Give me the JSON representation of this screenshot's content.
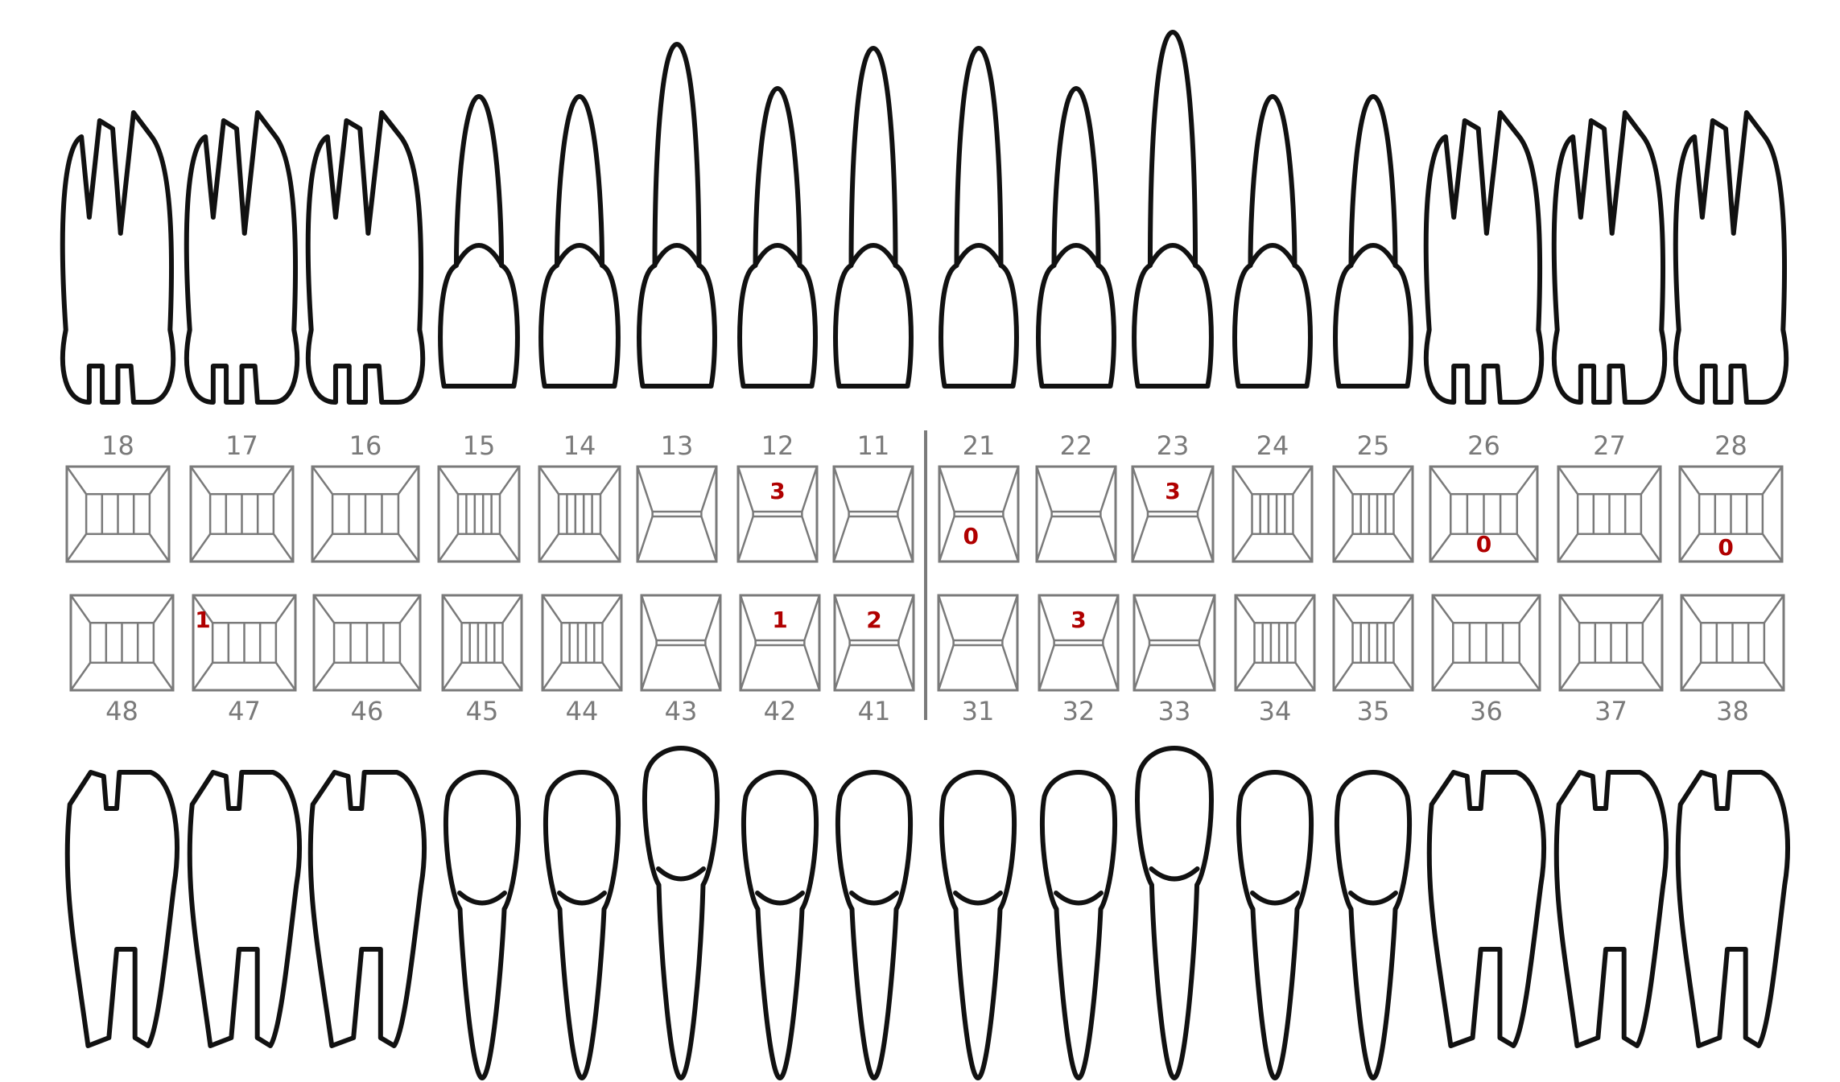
{
  "colors": {
    "score": "#b00000",
    "grid": "#7a7a7a",
    "outline": "#111111"
  },
  "upper": {
    "teeth": [
      {
        "number": "18",
        "type": "molar",
        "score": ""
      },
      {
        "number": "17",
        "type": "molar",
        "score": ""
      },
      {
        "number": "16",
        "type": "molar",
        "score": ""
      },
      {
        "number": "15",
        "type": "premolar",
        "score": ""
      },
      {
        "number": "14",
        "type": "premolar",
        "score": ""
      },
      {
        "number": "13",
        "type": "anterior",
        "score": ""
      },
      {
        "number": "12",
        "type": "anterior",
        "score": "3",
        "score_pos": "top"
      },
      {
        "number": "11",
        "type": "anterior",
        "score": ""
      },
      {
        "number": "21",
        "type": "anterior",
        "score": "0",
        "score_pos": "bottom-left"
      },
      {
        "number": "22",
        "type": "anterior",
        "score": ""
      },
      {
        "number": "23",
        "type": "anterior",
        "score": "3",
        "score_pos": "top"
      },
      {
        "number": "24",
        "type": "premolar",
        "score": ""
      },
      {
        "number": "25",
        "type": "premolar",
        "score": ""
      },
      {
        "number": "26",
        "type": "molar",
        "score": "0",
        "score_pos": "bottom"
      },
      {
        "number": "27",
        "type": "molar",
        "score": ""
      },
      {
        "number": "28",
        "type": "molar",
        "score": "0",
        "score_pos": "bottom-right"
      }
    ]
  },
  "lower": {
    "teeth": [
      {
        "number": "48",
        "type": "molar",
        "score": ""
      },
      {
        "number": "47",
        "type": "molar",
        "score": "1",
        "score_pos": "left"
      },
      {
        "number": "46",
        "type": "molar",
        "score": ""
      },
      {
        "number": "45",
        "type": "premolar",
        "score": ""
      },
      {
        "number": "44",
        "type": "premolar",
        "score": ""
      },
      {
        "number": "43",
        "type": "anterior",
        "score": ""
      },
      {
        "number": "42",
        "type": "anterior",
        "score": "1",
        "score_pos": "top"
      },
      {
        "number": "41",
        "type": "anterior",
        "score": "2",
        "score_pos": "top"
      },
      {
        "number": "31",
        "type": "anterior",
        "score": ""
      },
      {
        "number": "32",
        "type": "anterior",
        "score": "3",
        "score_pos": "top"
      },
      {
        "number": "33",
        "type": "anterior",
        "score": ""
      },
      {
        "number": "34",
        "type": "premolar",
        "score": ""
      },
      {
        "number": "35",
        "type": "premolar",
        "score": ""
      },
      {
        "number": "36",
        "type": "molar",
        "score": ""
      },
      {
        "number": "37",
        "type": "molar",
        "score": ""
      },
      {
        "number": "38",
        "type": "molar",
        "score": ""
      }
    ]
  }
}
